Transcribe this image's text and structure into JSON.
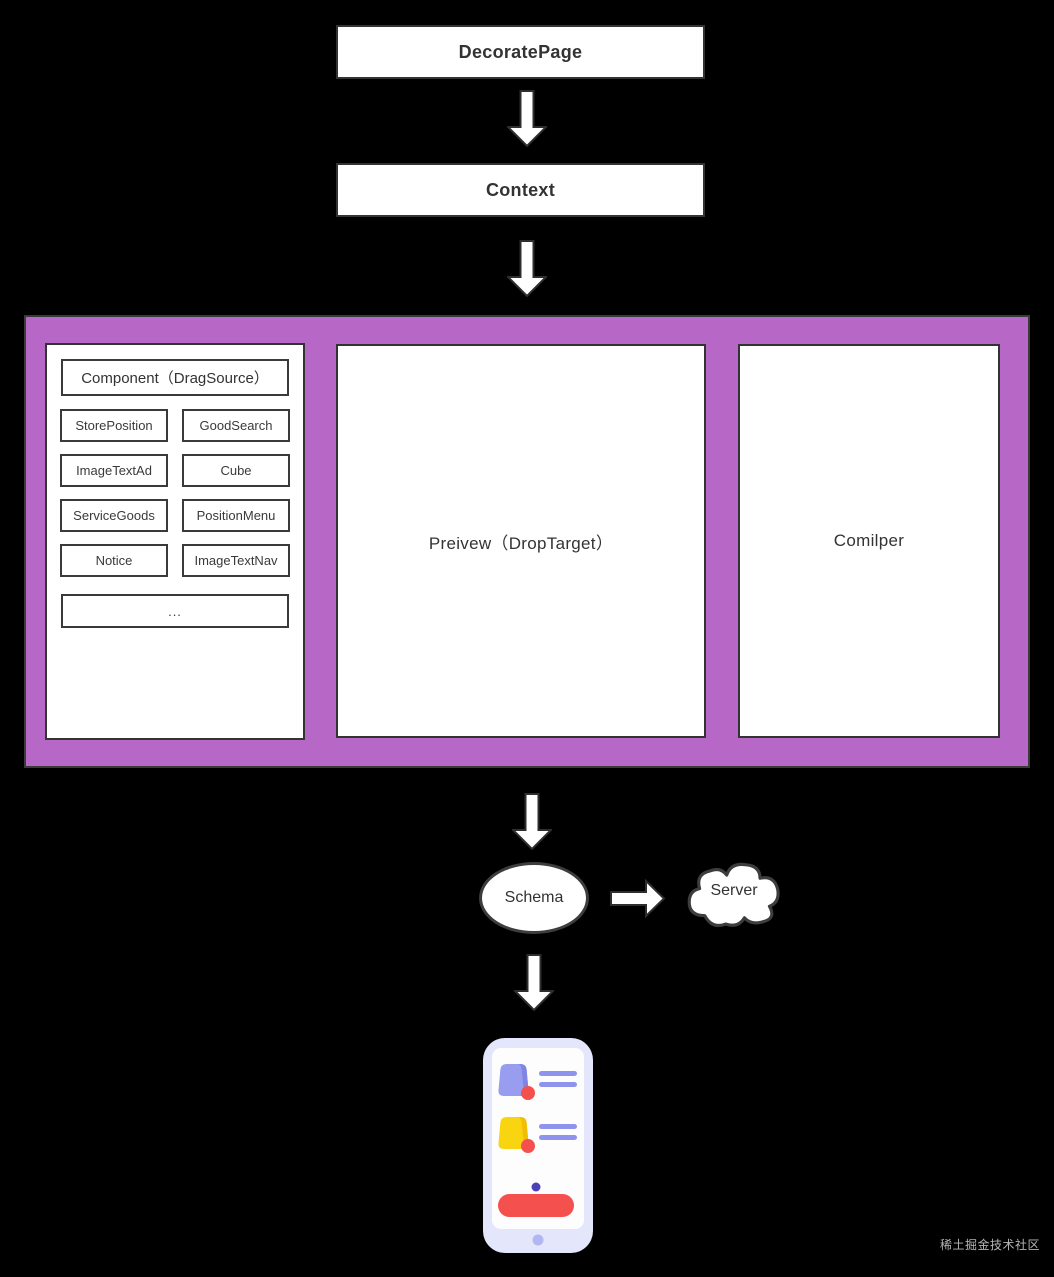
{
  "flow": {
    "decorate_page": "DecoratePage",
    "context": "Context",
    "schema_label": "Schema",
    "server_label": "Server"
  },
  "editor": {
    "component_panel": {
      "title": "Component（DragSource）",
      "items": [
        "StorePosition",
        "GoodSearch",
        "ImageTextAd",
        "Cube",
        "ServiceGoods",
        "PositionMenu",
        "Notice",
        "ImageTextNav"
      ],
      "more": "..."
    },
    "preview_label": "Preivew（DropTarget）",
    "compiler_label": "Comilper"
  },
  "watermark": "稀土掘金技术社区",
  "icons": {
    "down_arrow": "white block arrow pointing down",
    "right_arrow": "white block arrow pointing right",
    "server_cloud": "white cloud outline shape",
    "phone_illustration": "mobile phone mockup with list items and button"
  },
  "colors": {
    "background": "#000000",
    "editor_container_purple": "#b768c7",
    "box_border": "#333333",
    "box_fill": "#ffffff",
    "text": "#333333",
    "phone_body": "#e4e6fb",
    "phone_screen": "#fdfdfe",
    "periwinkle": "#989df0",
    "periwinkle_dark": "#7f85e2",
    "list_line": "#8e94ee",
    "yellow": "#f9d411",
    "yellow_dark": "#f2bd05",
    "red": "#f4504e",
    "indigo_dot": "#4c42b5",
    "home_dot": "#b2b7f1"
  }
}
